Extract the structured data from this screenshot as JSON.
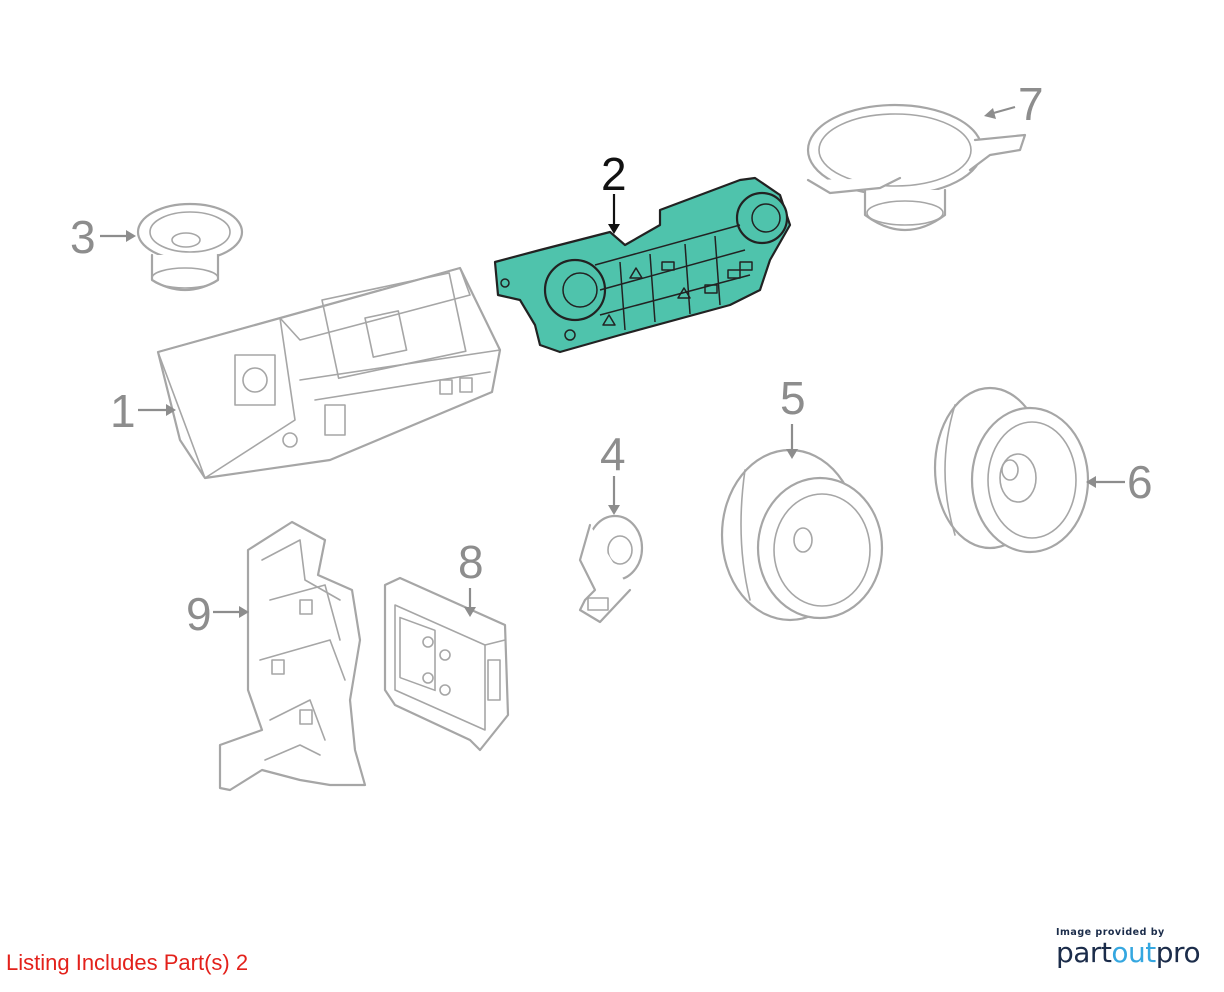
{
  "diagram": {
    "callouts": [
      {
        "id": "1",
        "label": "1",
        "highlighted": false
      },
      {
        "id": "2",
        "label": "2",
        "highlighted": true
      },
      {
        "id": "3",
        "label": "3",
        "highlighted": false
      },
      {
        "id": "4",
        "label": "4",
        "highlighted": false
      },
      {
        "id": "5",
        "label": "5",
        "highlighted": false
      },
      {
        "id": "6",
        "label": "6",
        "highlighted": false
      },
      {
        "id": "7",
        "label": "7",
        "highlighted": false
      },
      {
        "id": "8",
        "label": "8",
        "highlighted": false
      },
      {
        "id": "9",
        "label": "9",
        "highlighted": false
      }
    ],
    "highlight_color": "#4fc3ac",
    "line_color": "#a6a6a6"
  },
  "footer": {
    "listing_note": "Listing Includes Part(s) 2",
    "listing_color": "#e3211b",
    "credit_caption": "Image provided by",
    "credit_logo_a": "part",
    "credit_logo_b": "out",
    "credit_logo_c": "pro"
  }
}
